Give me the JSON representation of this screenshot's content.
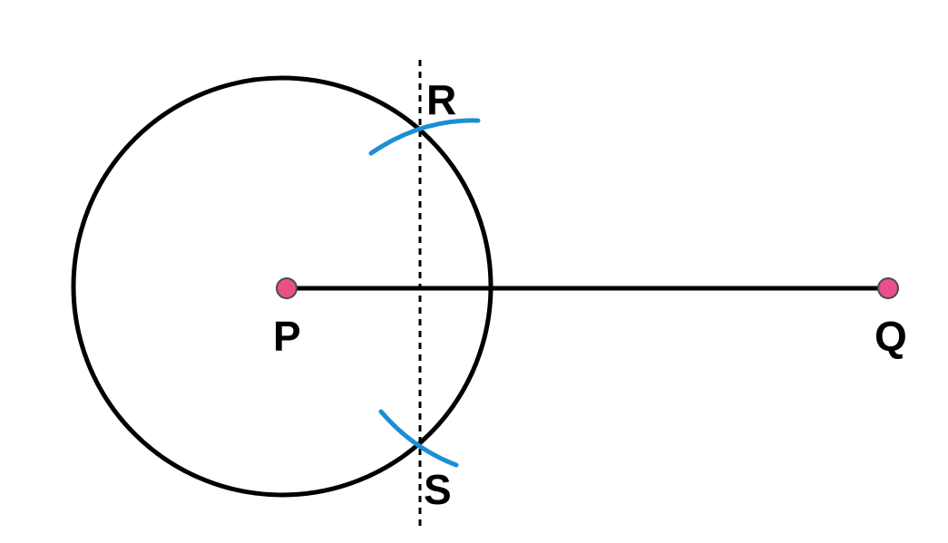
{
  "labels": {
    "p": "P",
    "q": "Q",
    "r": "R",
    "s": "S"
  },
  "colors": {
    "stroke": "#000000",
    "arc": "#1a8fd6",
    "point_fill": "#e8508a",
    "point_stroke": "#4a4a4a"
  }
}
